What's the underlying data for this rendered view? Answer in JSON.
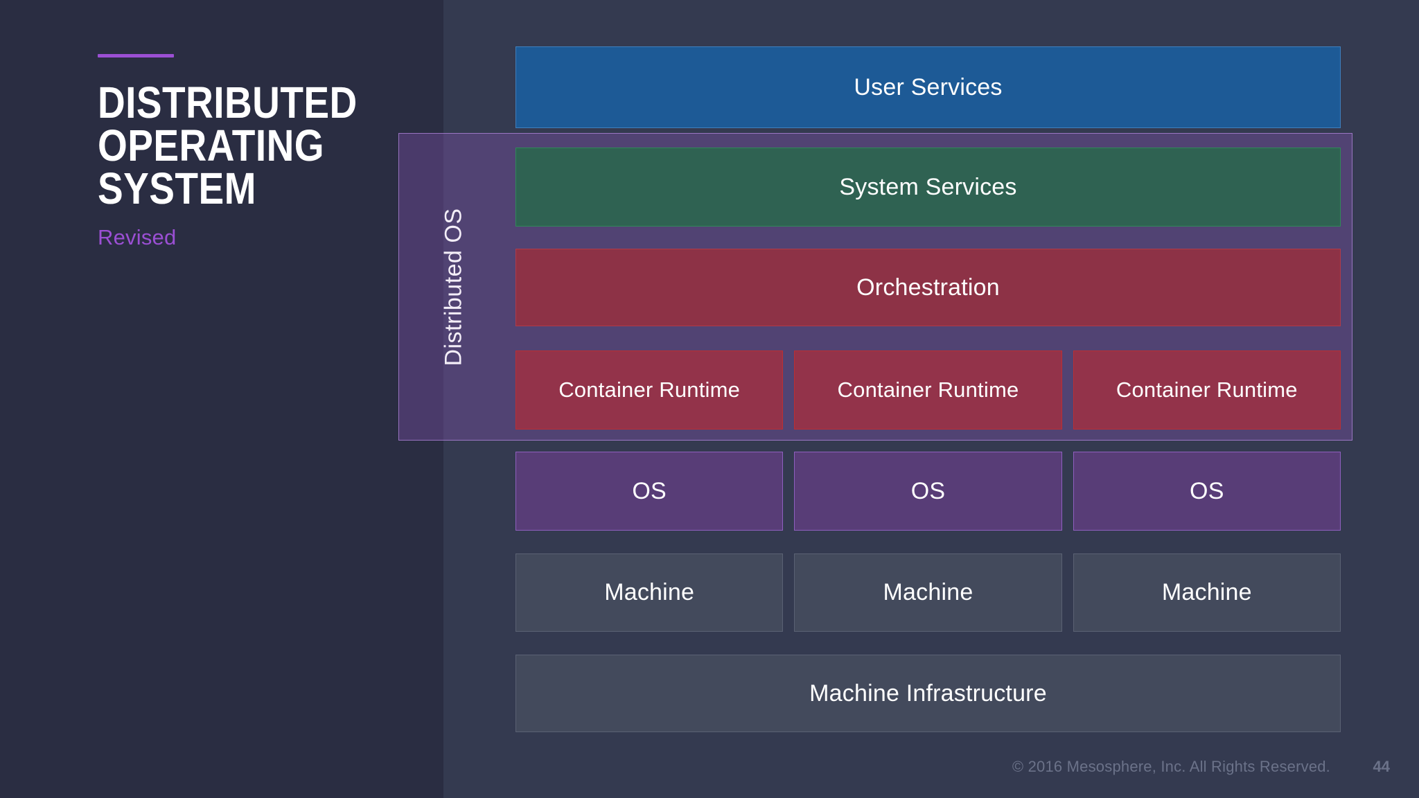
{
  "slide": {
    "title": "DISTRIBUTED\nOPERATING\nSYSTEM",
    "subtitle": "Revised",
    "accent_color": "#9b4fd4",
    "bg_left_color": "#2a2d42",
    "bg_right_color": "#343a50"
  },
  "group": {
    "label": "Distributed OS",
    "fill_color": "#6a4a8c",
    "border_color": "#b98ce6"
  },
  "diagram": {
    "rows": [
      {
        "name": "user-services",
        "items": [
          {
            "label": "User Services"
          }
        ],
        "fill_color": "#1d5a96",
        "border_color": "#3f7fbd"
      },
      {
        "name": "system-services",
        "items": [
          {
            "label": "System Services"
          }
        ],
        "fill_color": "#2f6252",
        "border_color": "#2e8b57"
      },
      {
        "name": "orchestration",
        "items": [
          {
            "label": "Orchestration"
          }
        ],
        "fill_color": "#8d3246",
        "border_color": "#b23a48"
      },
      {
        "name": "container-runtime",
        "items": [
          {
            "label": "Container Runtime"
          },
          {
            "label": "Container Runtime"
          },
          {
            "label": "Container Runtime"
          }
        ],
        "fill_color": "#93334a",
        "border_color": "#bb2f33"
      },
      {
        "name": "os",
        "items": [
          {
            "label": "OS"
          },
          {
            "label": "OS"
          },
          {
            "label": "OS"
          }
        ],
        "fill_color": "#583d77",
        "border_color": "#8f5fbf"
      },
      {
        "name": "machine",
        "items": [
          {
            "label": "Machine"
          },
          {
            "label": "Machine"
          },
          {
            "label": "Machine"
          }
        ],
        "fill_color": "#434a5c",
        "border_color": "#5a6173"
      },
      {
        "name": "machine-infrastructure",
        "items": [
          {
            "label": "Machine Infrastructure"
          }
        ],
        "fill_color": "#434a5c",
        "border_color": "#5a6173"
      }
    ]
  },
  "footer": {
    "copyright": "© 2016 Mesosphere, Inc. All Rights Reserved.",
    "page_number": "44"
  }
}
